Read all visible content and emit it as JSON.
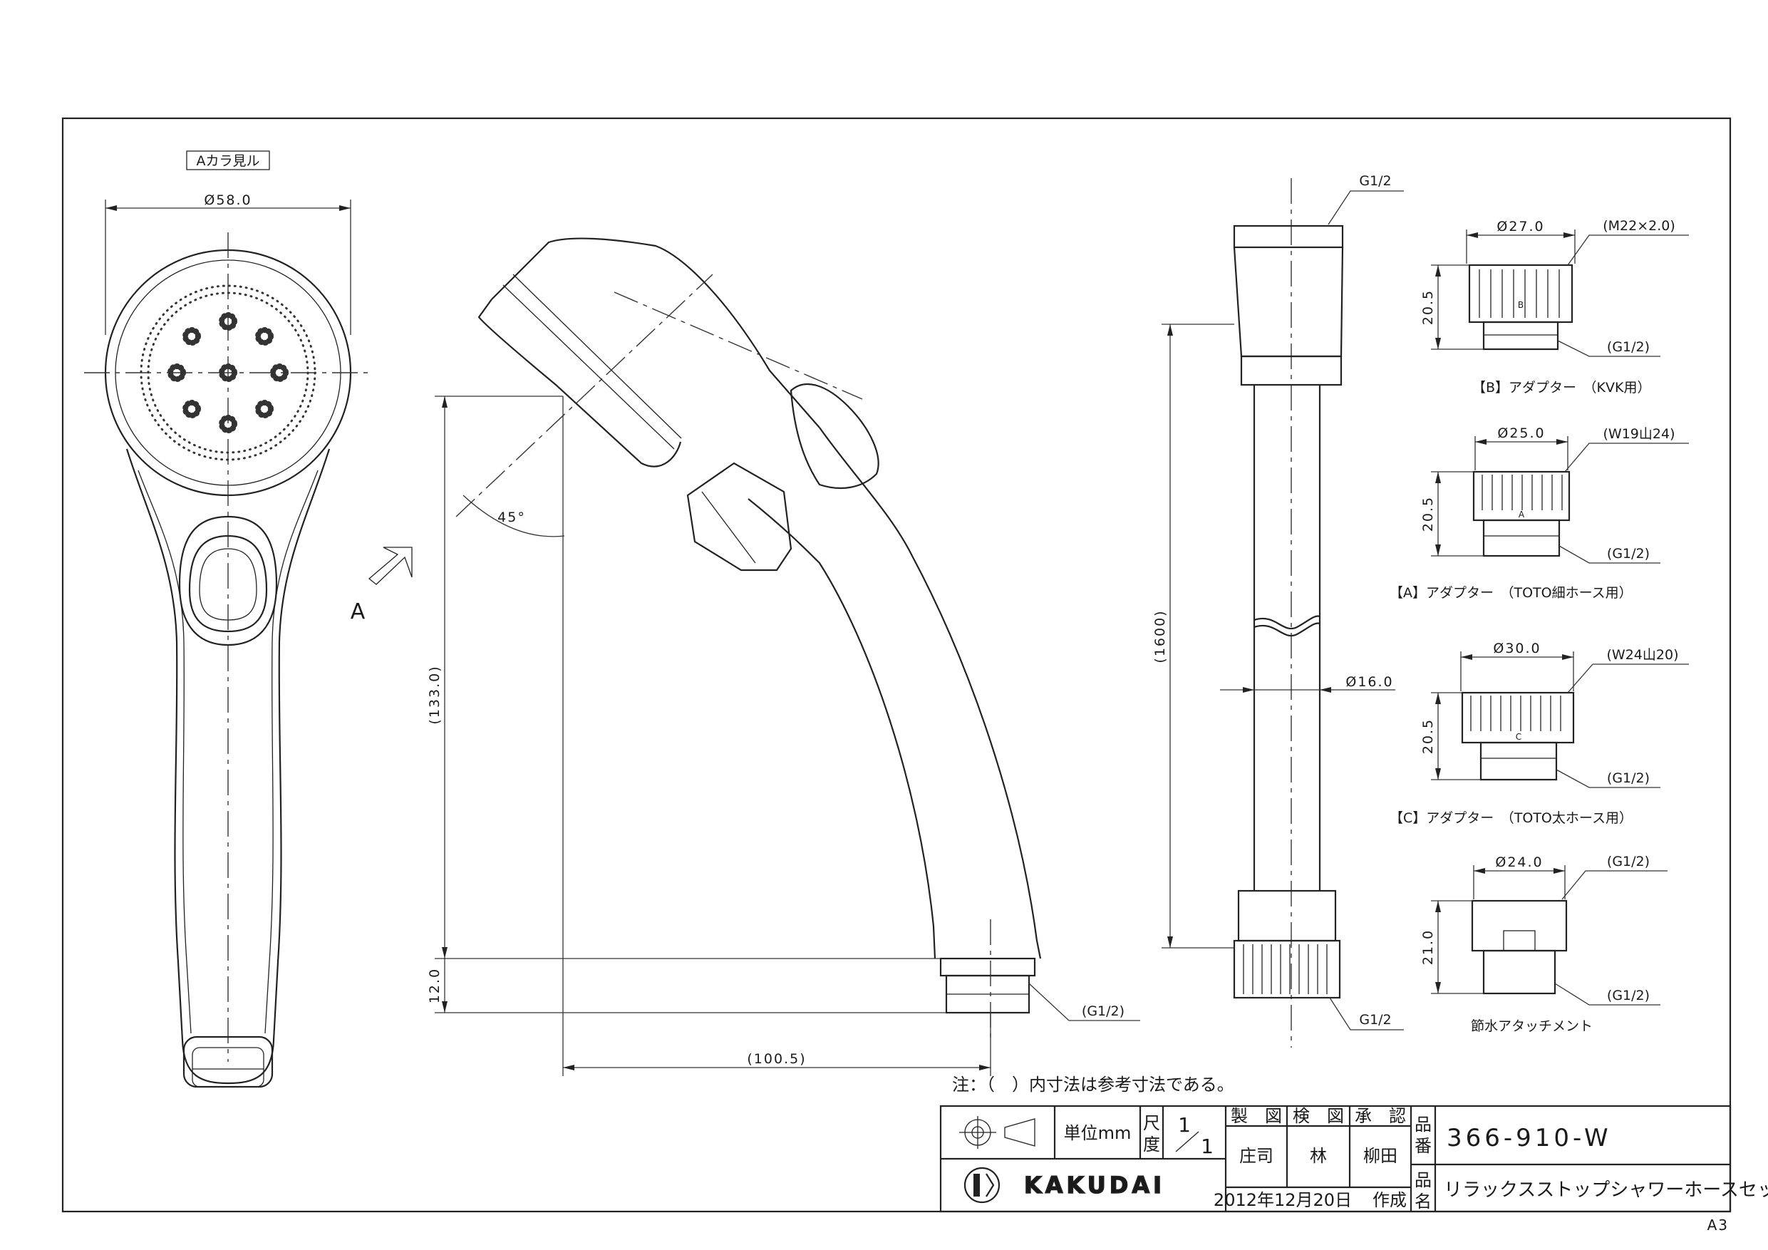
{
  "view_label": "Aカラ見ル",
  "arrow_label": "A",
  "dimensions": {
    "head_diameter": "Ø58.0",
    "angle": "45°",
    "height": "(133.0)",
    "bottom_offset": "12.0",
    "reach": "(100.5)",
    "handle_thread": "(G1/2)",
    "hose_length": "(1600)",
    "hose_diameter": "Ø16.0",
    "hose_top_thread": "G1/2",
    "hose_bottom_thread": "G1/2"
  },
  "adapters": [
    {
      "diameter": "Ø27.0",
      "top_thread": "(M22×2.0)",
      "height": "20.5",
      "bottom_thread": "(G1/2)",
      "mark": "B",
      "caption": "【B】アダプター　（KVK用）"
    },
    {
      "diameter": "Ø25.0",
      "top_thread": "(W19山24)",
      "height": "20.5",
      "bottom_thread": "(G1/2)",
      "mark": "A",
      "caption": "【A】アダプター　（TOTO細ホース用）"
    },
    {
      "diameter": "Ø30.0",
      "top_thread": "(W24山20)",
      "height": "20.5",
      "bottom_thread": "(G1/2)",
      "mark": "C",
      "caption": "【C】アダプター　（TOTO太ホース用）"
    },
    {
      "diameter": "Ø24.0",
      "top_thread": "(G1/2)",
      "height": "21.0",
      "bottom_thread": "(G1/2)",
      "mark": "",
      "caption": "節水アタッチメント"
    }
  ],
  "note": "注：（　）内寸法は参考寸法である。",
  "title_block": {
    "unit": "単位mm",
    "scale_label_1": "尺",
    "scale_label_2": "度",
    "scale_num": "1",
    "scale_den": "1",
    "drawn_label": "製　図",
    "checked_label": "検　図",
    "approved_label": "承　認",
    "drawn_by": "庄司",
    "checked_by": "林",
    "approved_by": "柳田",
    "part_no_label_1": "品",
    "part_no_label_2": "番",
    "part_no": "366-910-W",
    "name_label_1": "品",
    "name_label_2": "名",
    "product_name": "リラックスストップシャワーホースセット",
    "logo_text": "KAKUDAI",
    "date": "2012年12月20日",
    "created": "作成"
  },
  "sheet_size": "A3"
}
